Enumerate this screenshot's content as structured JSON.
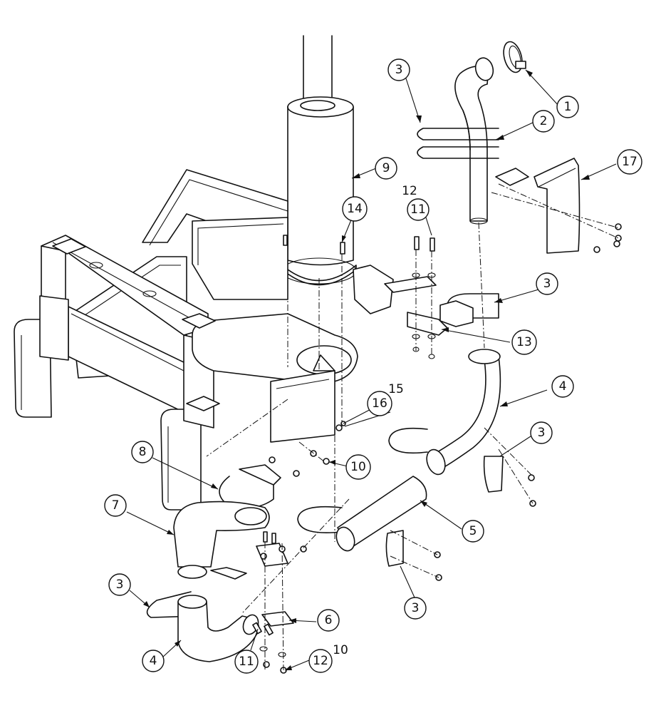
{
  "callouts": {
    "c1": "1",
    "c2": "2",
    "c3a": "3",
    "c3b": "3",
    "c3c": "3",
    "c3d": "3",
    "c3e": "3",
    "c4a": "4",
    "c4b": "4",
    "c5": "5",
    "c6": "6",
    "c7": "7",
    "c8": "8",
    "c9": "9",
    "c10a": "10",
    "c10b": "10",
    "c11a": "11",
    "c11b": "11",
    "c12a": "12",
    "c12b": "12",
    "c13": "13",
    "c14": "14",
    "c15": "15",
    "c16": "16",
    "c17": "17"
  }
}
